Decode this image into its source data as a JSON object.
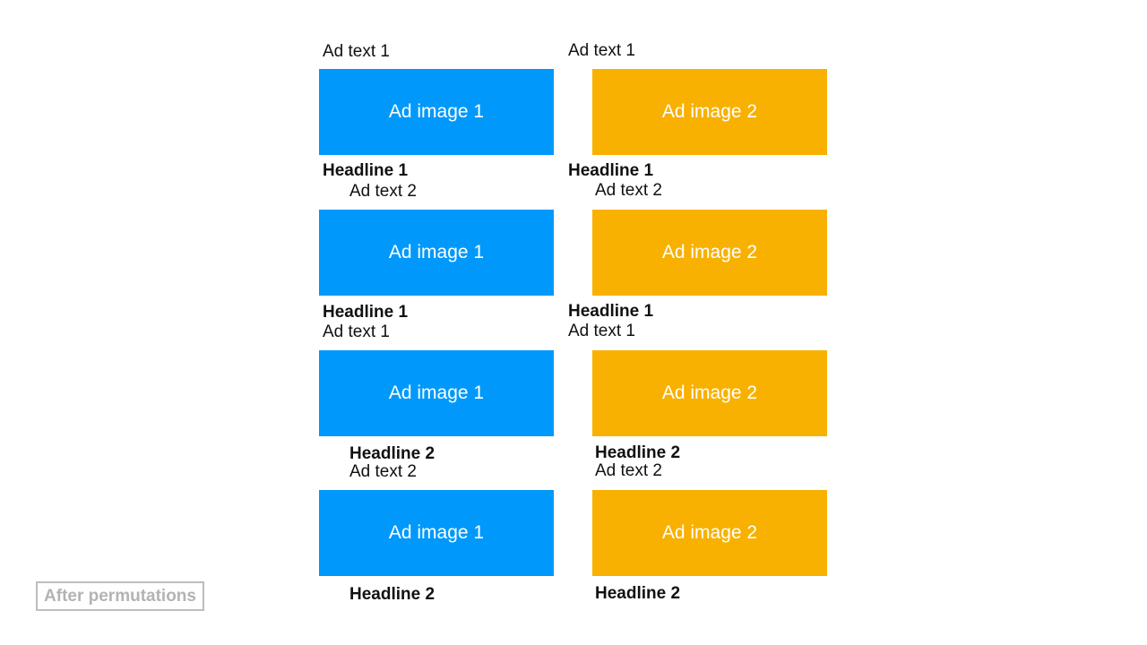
{
  "colors": {
    "image_1": "#0099fb",
    "image_2": "#f8b101"
  },
  "columns": [
    {
      "cards": [
        {
          "text": "Ad text 1",
          "image": "Ad image 1",
          "headline": "Headline 1"
        },
        {
          "text": "Ad text 2",
          "image": "Ad image 1",
          "headline": "Headline 1"
        },
        {
          "text": "Ad text 1",
          "image": "Ad image 1",
          "headline": "Headline 2"
        },
        {
          "text": "Ad text 2",
          "image": "Ad image 1",
          "headline": "Headline 2"
        }
      ]
    },
    {
      "cards": [
        {
          "text": "Ad text 1",
          "image": "Ad image 2",
          "headline": "Headline 1"
        },
        {
          "text": "Ad text 2",
          "image": "Ad image 2",
          "headline": "Headline 1"
        },
        {
          "text": "Ad text 1",
          "image": "Ad image 2",
          "headline": "Headline 2"
        },
        {
          "text": "Ad text 2",
          "image": "Ad image 2",
          "headline": "Headline 2"
        }
      ]
    }
  ],
  "badge": {
    "label": "After permutations"
  }
}
